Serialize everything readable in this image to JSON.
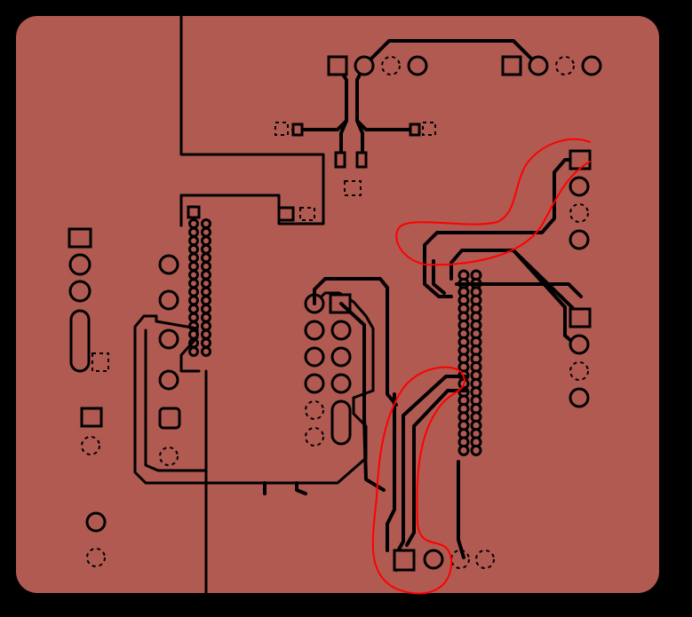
{
  "colors": {
    "background": "#000000",
    "copper": "#b05a52",
    "outline": "#000000",
    "annotation": "#ff0000"
  },
  "view": {
    "description_label": ""
  },
  "layers": {
    "copper_pour": "copper-pour",
    "traces": "traces",
    "pads": "pads",
    "annotations": "annotations"
  }
}
